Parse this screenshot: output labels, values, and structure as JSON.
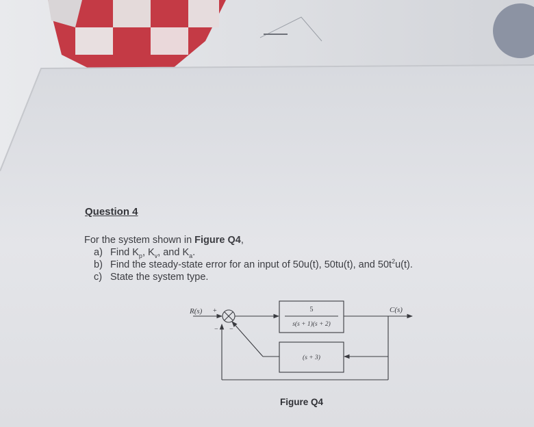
{
  "question": {
    "heading": "Question 4",
    "intro_prefix": "For the system shown in ",
    "intro_bold": "Figure Q4",
    "intro_suffix": ",",
    "items": [
      {
        "label": "a)",
        "text_pre": "Find K",
        "sub1": "p",
        "mid1": ", K",
        "sub2": "v",
        "mid2": ", and K",
        "sub3": "a",
        "end": "."
      },
      {
        "label": "b)",
        "text_pre": "Find the steady-state error for an input of 50u(t), 50tu(t), and 50t",
        "sup": "2",
        "end": "u(t)."
      },
      {
        "label": "c)",
        "text": "State the system type."
      }
    ]
  },
  "figure": {
    "caption": "Figure Q4",
    "input_label": "R(s)",
    "output_label": "C(s)",
    "plus_sign": "+",
    "minus_sign": "−",
    "forward_numerator": "5",
    "forward_denominator": "s(s + 1)(s + 2)",
    "feedback_block": "(s + 3)"
  }
}
